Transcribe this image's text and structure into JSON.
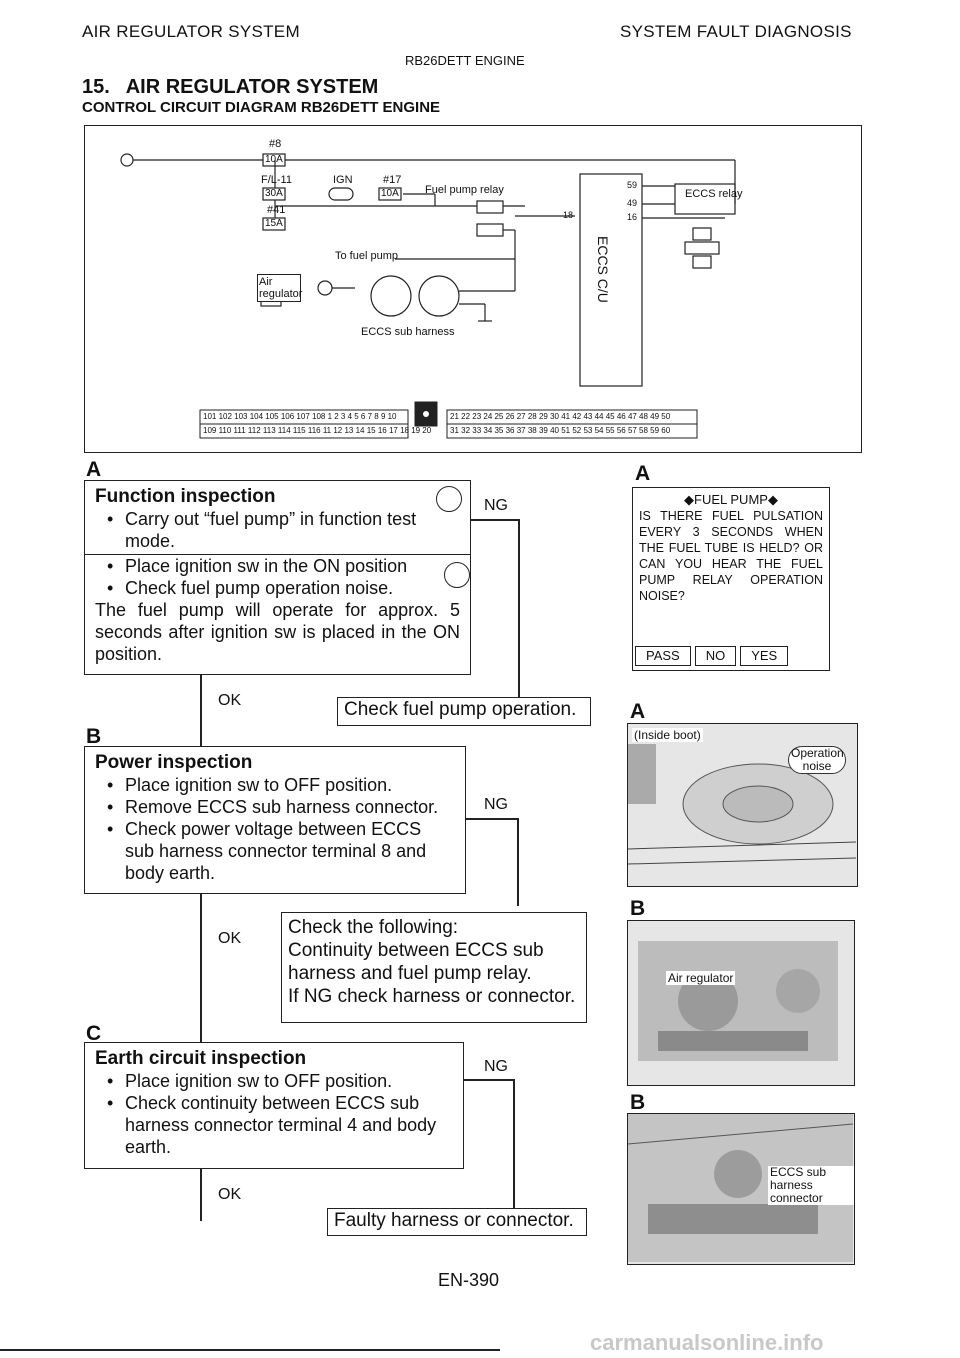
{
  "header": {
    "left": "AIR REGULATOR SYSTEM",
    "right": "SYSTEM FAULT DIAGNOSIS",
    "center": "RB26DETT ENGINE"
  },
  "section": {
    "title": "15.   AIR REGULATOR SYSTEM",
    "subtitle": "CONTROL CIRCUIT DIAGRAM  RB26DETT ENGINE"
  },
  "diagram": {
    "fuse8": "#8",
    "fuse8_amp": "10A",
    "fl11": "F/L-11",
    "fl11_amp": "30A",
    "ign": "IGN",
    "fuse17": "#17",
    "fuse17_amp": "10A",
    "fuse41": "#41",
    "fuse41_amp": "15A",
    "fuel_pump_relay": "Fuel pump relay",
    "to_fuel_pump": "To fuel pump",
    "air_regulator": "Air regulator",
    "eccs_sub_harness": "ECCS sub harness",
    "eccs_cu": "ECCS C/U",
    "eccs_relay": "ECCS relay",
    "pin18": "18",
    "pin59": "59",
    "pin49": "49",
    "pin16": "16",
    "connector_top": "101 102 103 104 105 106 107 108  1 2 3 4 5 6 7 8 9 10",
    "connector_bottom": "109 110 111 112 113 114 115 116  11 12 13 14 15 16 17 18 19 20",
    "connector_right_top": "21 22 23 24 25 26 27 28 29 30 41 42 43 44 45 46 47 48 49 50",
    "connector_right_bottom": "31 32 33 34 35 36 37 38 39 40 51 52 53 54 55 56 57 58 59 60"
  },
  "steps": {
    "a_label": "A",
    "a_title": "Function inspection",
    "a_item1": "Carry out “fuel pump” in function test mode.",
    "a_item2": "Place ignition sw in the ON position",
    "a_item3": "Check fuel pump operation noise.",
    "a_text": "The fuel pump will operate for approx. 5 seconds after ignition sw is placed in the ON position.",
    "a_ng": "NG",
    "a_ok": "OK",
    "a_result": "Check fuel pump operation.",
    "b_label": "B",
    "b_title": "Power inspection",
    "b_item1": "Place ignition sw to OFF position.",
    "b_item2": "Remove ECCS sub harness connector.",
    "b_item3": "Check power voltage between ECCS sub harness connector terminal 8 and body earth.",
    "b_ng": "NG",
    "b_ok": "OK",
    "b_result_1": "Check the following:",
    "b_result_2": "Continuity between ECCS sub harness and fuel pump relay.",
    "b_result_3": "If NG check harness or connector.",
    "c_label": "C",
    "c_title": "Earth circuit inspection",
    "c_item1": "Place ignition sw to OFF position.",
    "c_item2": "Check continuity between ECCS sub harness connector terminal 4 and body earth.",
    "c_ng": "NG",
    "c_ok": "OK",
    "c_result": "Faulty harness or connector."
  },
  "side": {
    "a_label": "A",
    "fuel_title": "◆FUEL PUMP◆",
    "fuel_text": "IS THERE FUEL PULSATION EVERY 3 SECONDS WHEN THE FUEL TUBE IS HELD? OR CAN YOU HEAR THE FUEL PUMP RELAY OPERATION NOISE?",
    "btn_pass": "PASS",
    "btn_no": "NO",
    "btn_yes": "YES",
    "a2_label": "A",
    "photo1_label1": "(Inside boot)",
    "photo1_label2": "Operation noise",
    "b_label": "B",
    "photo2_label": "Air regulator",
    "b2_label": "B",
    "photo3_label": "ECCS sub harness connector"
  },
  "footer": {
    "page": "EN-390",
    "watermark": "carmanualsonline.info"
  }
}
